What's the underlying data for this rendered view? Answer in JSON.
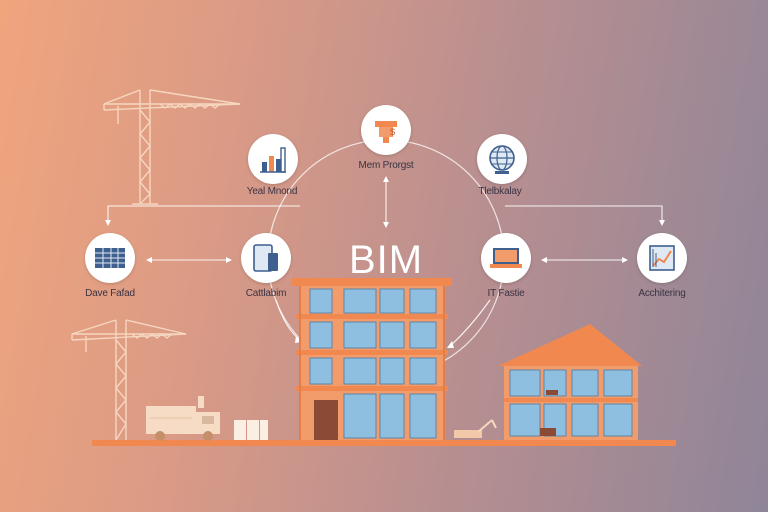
{
  "title": "BIM",
  "nodes": {
    "top_center": {
      "label": "Mem Prorgst",
      "icon": "stamp-hat-icon"
    },
    "top_left": {
      "label": "Yeal Mnond",
      "icon": "bar-chart-icon"
    },
    "top_right": {
      "label": "Tlelbkalay",
      "icon": "globe-icon"
    },
    "mid_left": {
      "label": "Dave Fafad",
      "icon": "spreadsheet-icon"
    },
    "center_left": {
      "label": "Cattlabim",
      "icon": "tablet-icon"
    },
    "center_right": {
      "label": "IT Fastie",
      "icon": "laptop-icon"
    },
    "mid_right": {
      "label": "Acchitering",
      "icon": "chart-board-icon"
    }
  },
  "colors": {
    "accent": "#f0884f",
    "window": "#8fbfe0",
    "line": "#ffffff",
    "icon_blue": "#3f5f8f"
  }
}
